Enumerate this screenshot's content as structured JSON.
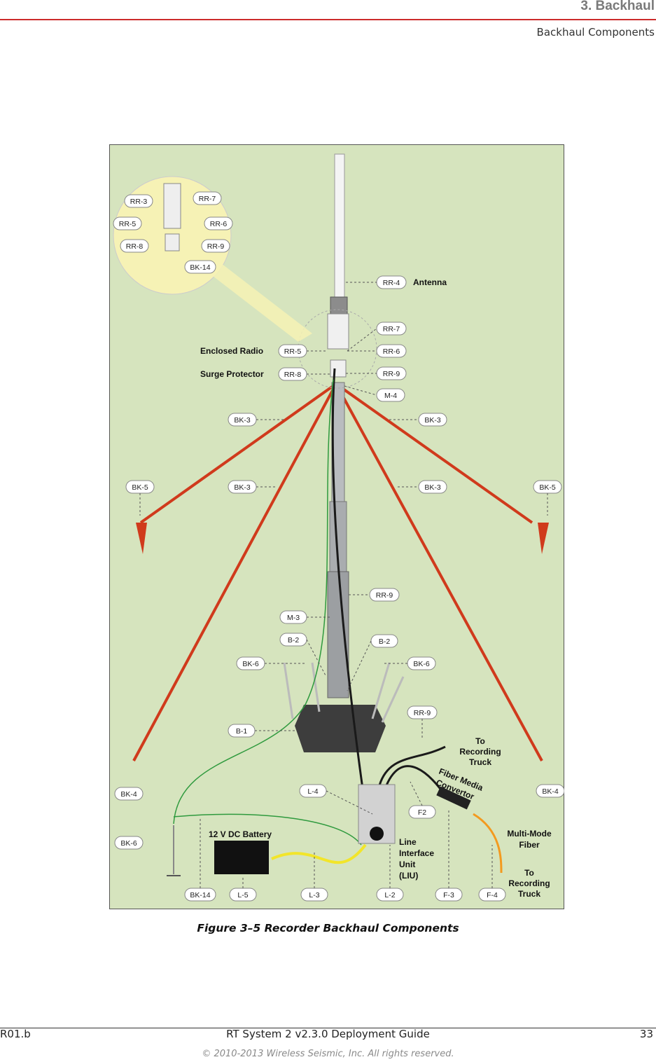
{
  "header": {
    "chapter": "3. Backhaul",
    "section": "Backhaul Components"
  },
  "figure": {
    "labels": {
      "rr3": "RR-3",
      "rr7a": "RR-7",
      "rr5a": "RR-5",
      "rr6a": "RR-6",
      "rr8a": "RR-8",
      "rr9a": "RR-9",
      "bk14a": "BK-14",
      "rr4": "RR-4",
      "rr7": "RR-7",
      "rr5": "RR-5",
      "rr6": "RR-6",
      "rr8": "RR-8",
      "rr9": "RR-9",
      "m4": "M-4",
      "bk3a": "BK-3",
      "bk3b": "BK-3",
      "bk3c": "BK-3",
      "bk3d": "BK-3",
      "bk5a": "BK-5",
      "bk5b": "BK-5",
      "rr9b": "RR-9",
      "m3": "M-3",
      "b2a": "B-2",
      "b2b": "B-2",
      "bk6a": "BK-6",
      "bk6b": "BK-6",
      "rr9c": "RR-9",
      "b1": "B-1",
      "bk4a": "BK-4",
      "bk4b": "BK-4",
      "l4": "L-4",
      "f2": "F2",
      "bk6c": "BK-6",
      "bk14b": "BK-14",
      "l5": "L-5",
      "l3": "L-3",
      "l2": "L-2",
      "f3": "F-3",
      "f4": "F-4"
    },
    "text": {
      "antenna": "Antenna",
      "enclosed_radio": "Enclosed Radio",
      "surge_protector": "Surge Protector",
      "to_recording_truck_1": "To",
      "to_recording_truck_2": "Recording",
      "to_recording_truck_3": "Truck",
      "fiber_media_1": "Fiber Media",
      "fiber_media_2": "Convertor",
      "battery": "12 V DC Battery",
      "liu_1": "Line",
      "liu_2": "Interface",
      "liu_3": "Unit",
      "liu_4": "(LIU)",
      "mmf_1": "Multi-Mode",
      "mmf_2": "Fiber",
      "truck2_1": "To",
      "truck2_2": "Recording",
      "truck2_3": "Truck"
    }
  },
  "caption": "Figure 3–5  Recorder Backhaul Components",
  "footer": {
    "left": "R01.b",
    "center": "RT System 2 v2.3.0 Deployment Guide",
    "page": "33",
    "copyright": "© 2010-2013 Wireless Seismic, Inc. All rights reserved."
  },
  "colors": {
    "accent_rule": "#cc2b2b",
    "figure_bg": "#d6e4be",
    "guy_wire": "#d03a1c",
    "coax": "#1a1a1a",
    "ground_wire": "#2f9a3e",
    "power_wire": "#f2e52a",
    "fiber": "#f39a1f"
  }
}
